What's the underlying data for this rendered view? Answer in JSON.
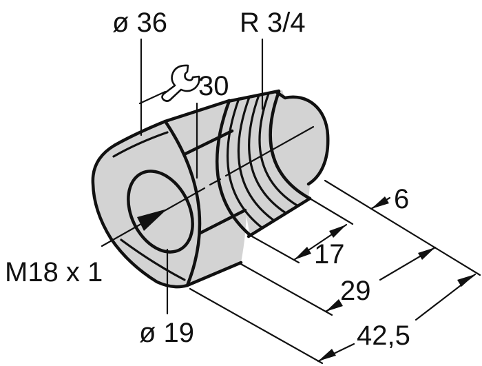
{
  "drawing": {
    "title": "threaded-hex-adapter-technical-drawing",
    "colors": {
      "background": "#ffffff",
      "line": "#111111",
      "body_fill": "#d3d3d3",
      "wrench_fill": "#ffffff"
    },
    "labels": {
      "outer_diameter": "ø 36",
      "thread_size": "R 3/4",
      "wrench_size": "30",
      "front_thread": "M18 x 1",
      "bore_diameter": "ø 19",
      "dim_tip_length": "6",
      "dim_thread_length": "17",
      "dim_mid_length": "29",
      "dim_total_length": "42,5"
    }
  }
}
